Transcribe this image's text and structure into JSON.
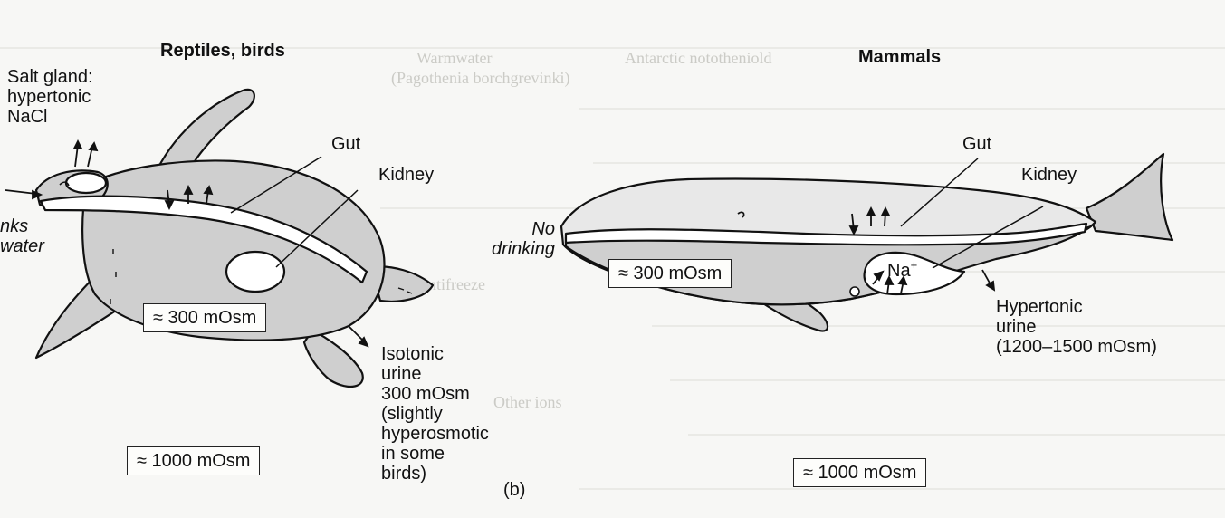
{
  "reptile_panel": {
    "title": "Reptiles, birds",
    "salt_gland": [
      "Salt gland:",
      "hypertonic",
      "NaCl"
    ],
    "drinks_water_partial": [
      "nks",
      "water"
    ],
    "gut_label": "Gut",
    "kidney_label": "Kidney",
    "body_fluid": "≈ 300 mOsm",
    "environment": "≈ 1000 mOsm",
    "urine": [
      "Isotonic",
      "urine",
      "300 mOsm",
      "(slightly",
      "hyperosmotic",
      "in some",
      "birds)"
    ]
  },
  "mammal_panel": {
    "title": "Mammals",
    "no_drinking": [
      "No",
      "drinking"
    ],
    "gut_label": "Gut",
    "kidney_label": "Kidney",
    "body_fluid": "≈ 300 mOsm",
    "environment": "≈ 1000 mOsm",
    "kidney_ion": "Na",
    "kidney_ion_charge": "+",
    "urine": [
      "Hypertonic",
      "urine",
      "(1200–1500 mOsm)"
    ]
  },
  "panel_letter": "(b)",
  "background_text_fragments": [
    "Warmwater",
    "Antarctic nototheniold",
    "(Pagothenia borchgrevinki)",
    "Other ions",
    "Antifreeze"
  ],
  "colors": {
    "ink": "#111111",
    "paper": "#f7f7f5",
    "body_fill": "#cfcfcf",
    "back_fill": "#e9e9e9",
    "gut_fill": "#ffffff",
    "bleed_text": "#c9c9c5"
  }
}
